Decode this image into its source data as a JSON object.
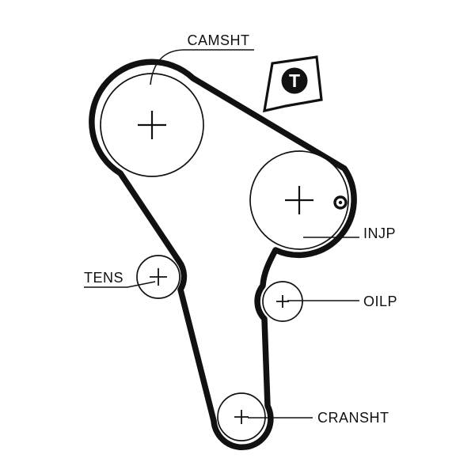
{
  "diagram": {
    "type": "timing-belt-routing",
    "labels": {
      "camshaft": "CAMSHT",
      "injection_pump": "INJP",
      "tensioner": "TENS",
      "oil_pump": "OILP",
      "crankshaft": "CRANSHT"
    },
    "marker": {
      "letter": "T"
    },
    "colors": {
      "line": "#111111",
      "background": "#ffffff"
    }
  }
}
